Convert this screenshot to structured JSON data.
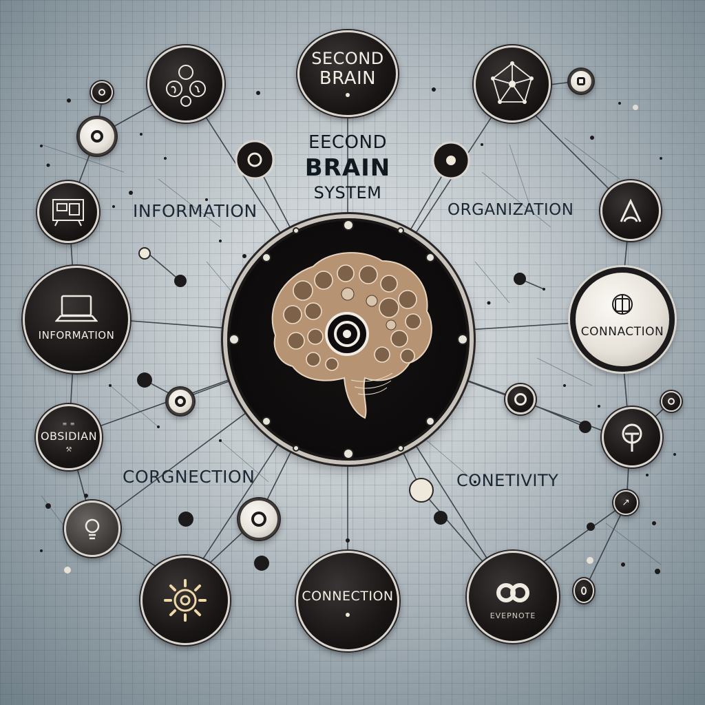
{
  "title": {
    "line1": "EECOND",
    "line2": "BRAIN",
    "line3": "SYSTEM"
  },
  "floating_labels": {
    "information": "INFORMATION",
    "organization": "ORGANIZATION",
    "corgnection": "CORGNECTION",
    "conetivity": "CONETIVITY"
  },
  "nodes": {
    "second_brain": {
      "line1": "SECOND",
      "line2": "BRAIN"
    },
    "information": "INFORMATION",
    "connaction": "CONNACTION",
    "obsidian": "OBSIDIAN",
    "connection": "CONNECTION",
    "evernote": "EVEPNOTE"
  },
  "icons": {
    "top_left": "molecule-cluster-icon",
    "top_right": "network-polyhedron-icon",
    "left_upper": "board-icon",
    "right_upper": "triangle-icon",
    "right_mid": "bucket-icon",
    "right_lower": "omega-icon",
    "left_lower": "bulb-icon",
    "bottom_left": "gear-icon",
    "center": "brain-icon"
  },
  "colors": {
    "node_fill": "#1a1616",
    "node_rim": "#d9d6d0",
    "text_dark": "#1b2733",
    "brain": "#c9a98a"
  }
}
